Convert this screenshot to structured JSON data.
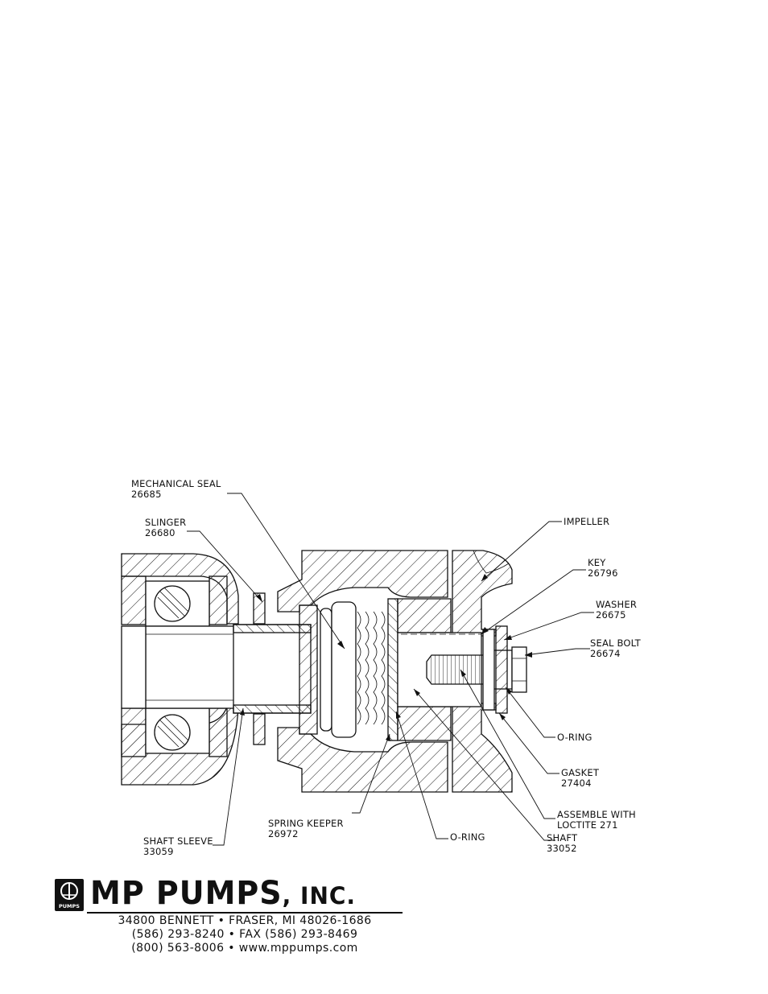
{
  "labels": {
    "mechanical_seal": {
      "name": "MECHANICAL SEAL",
      "part": "26685"
    },
    "slinger": {
      "name": "SLINGER",
      "part": "26680"
    },
    "impeller": {
      "name": "IMPELLER"
    },
    "key": {
      "name": "KEY",
      "part": "26796"
    },
    "washer": {
      "name": "WASHER",
      "part": "26675"
    },
    "seal_bolt": {
      "name": "SEAL BOLT",
      "part": "26674"
    },
    "oring_right": {
      "name": "O-RING"
    },
    "gasket": {
      "name": "GASKET",
      "part": "27404"
    },
    "assemble": {
      "line1": "ASSEMBLE WITH",
      "line2": "LOCTITE 271"
    },
    "shaft": {
      "name": "SHAFT",
      "part": "33052"
    },
    "oring_bottom": {
      "name": "O-RING"
    },
    "spring_keeper": {
      "name": "SPRING KEEPER",
      "part": "26972"
    },
    "shaft_sleeve": {
      "name": "SHAFT SLEEVE",
      "part": "33059"
    }
  },
  "footer": {
    "brand": "MP PUMPS",
    "brand_suffix": ", INC.",
    "logo_text": "PUMPS",
    "address": "34800 BENNETT • FRASER, MI 48026-1686",
    "phone_fax": "(586) 293-8240 • FAX (586) 293-8469",
    "tollfree_web": "(800) 563-8006 • www.mppumps.com"
  }
}
